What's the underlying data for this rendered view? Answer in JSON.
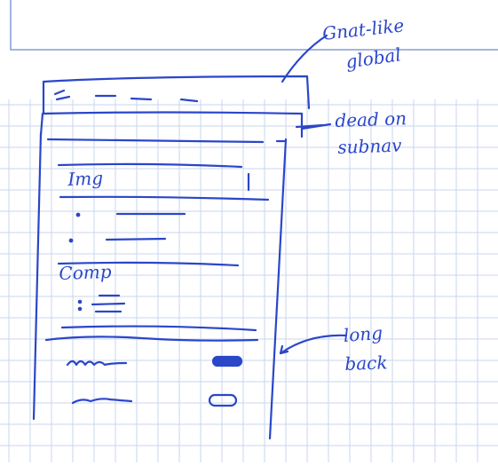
{
  "annotations": {
    "global_line1": "Gnat-like",
    "global_line2": "global",
    "subnav_line1": "dead on",
    "subnav_line2": "subnav",
    "long_back_line1": "long",
    "long_back_line2": "back"
  },
  "sidebar": {
    "section1_heading": "Img",
    "section2_heading": "Comp"
  },
  "colors": {
    "ink": "#2b46c9",
    "grid": "#c9d6ee",
    "paper": "#ffffff"
  }
}
